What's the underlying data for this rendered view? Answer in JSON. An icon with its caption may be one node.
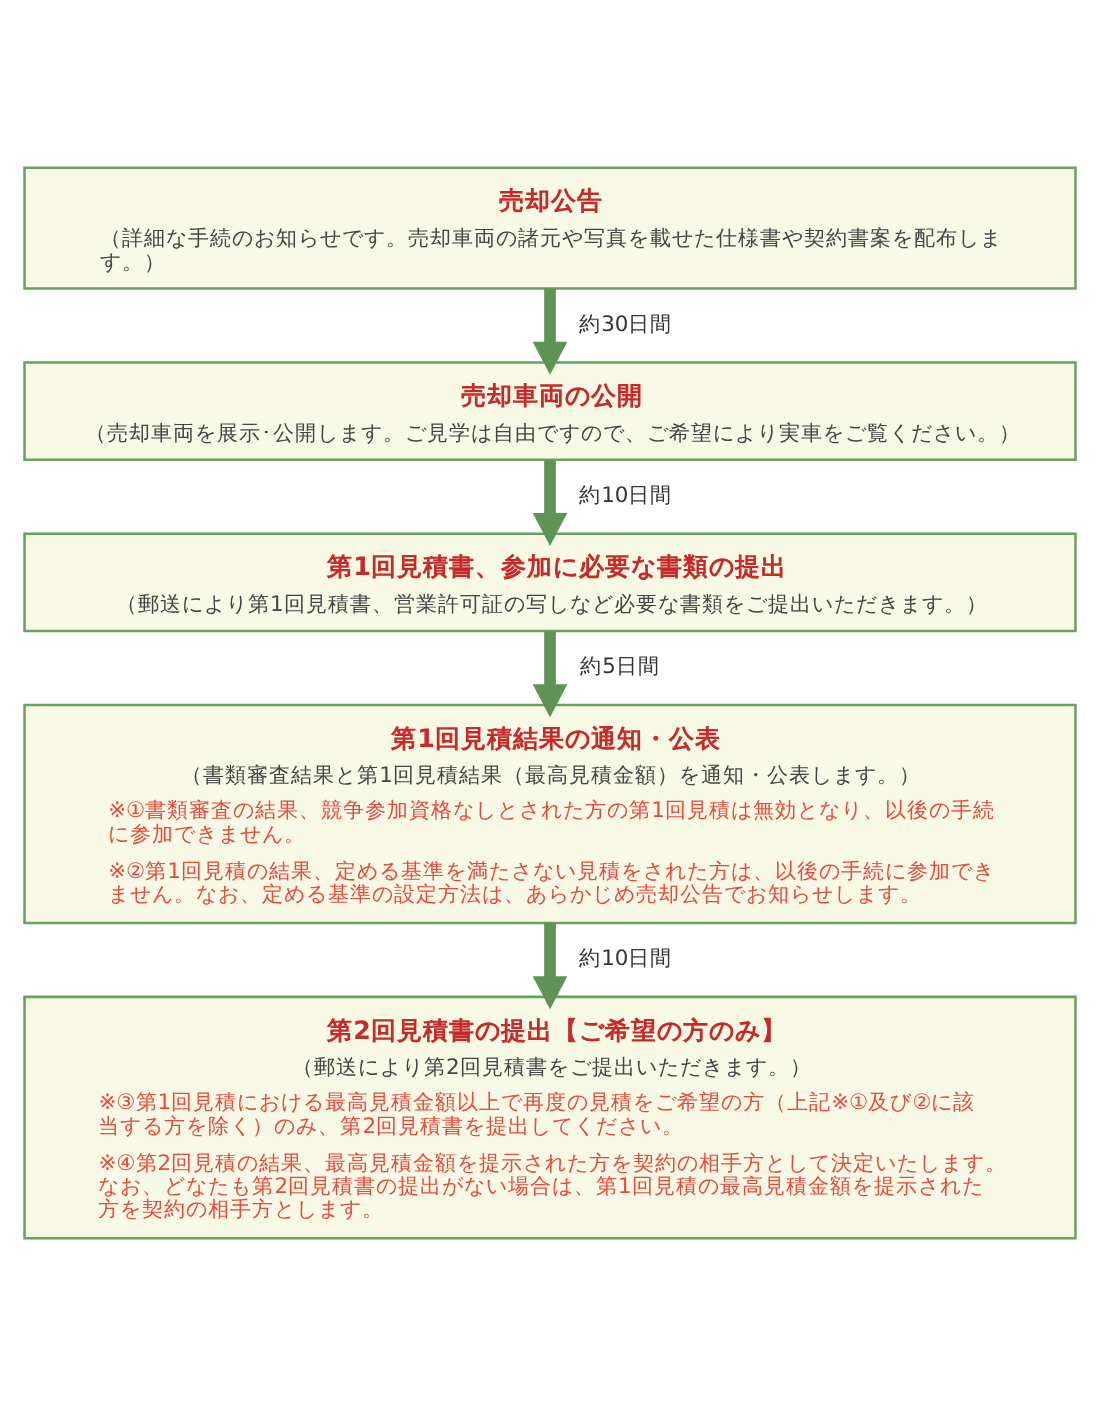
{
  "diagram": {
    "nodes": [
      {
        "text": [
          "売却公告",
          "（詳細な手続のお知らせです。売却車両の諸元や写真を載せた仕様書や契約書案を配布します。）"
        ]
      },
      {
        "text": [
          "売却車両の公開",
          "（売却車両を展示･公開します。ご見学は自由ですので、ご希望により実車をご覧ください。）"
        ]
      },
      {
        "text": [
          "第1回見積書、参加に必要な書類の提出",
          "（郵送により第1回見積書、営業許可証の写しなど必要な書類をご提出いただきます。）"
        ]
      },
      {
        "text": [
          "第1回見積結果の通知・公表",
          "（書類審査結果と第1回見積結果（最高見積金額）を通知・公表します。）",
          "※①書類審査の結果、競争参加資格なしとされた方の第1回見積は無効となり、以後の手続に参加できません。",
          "※②第1回見積の結果、定める基準を満たさない見積をされた方は、以後の手続に参加できません。なお、定める基準の設定方法は、あらかじめ売却公告でお知らせします。"
        ]
      },
      {
        "text": [
          "第2回見積書の提出【ご希望の方のみ】",
          "（郵送により第2回見積書をご提出いただきます。）",
          "※③第1回見積における最高見積金額以上で再度の見積をご希望の方（上記※①及び②に該当する方を除く）のみ、第2回見積書を提出してください。",
          "※④第2回見積の結果、最高見積金額を提示された方を契約の相手方として決定いたします。なお、どなたも第2回見積書の提出がない場合は、第1回見積の最高見積金額を提示された方を契約の相手方とします。"
        ]
      }
    ],
    "edges": [
      {
        "from": 0,
        "to": 1,
        "arrow": "to",
        "label": "約30日間"
      },
      {
        "from": 1,
        "to": 2,
        "arrow": "to",
        "label": "約10日間"
      },
      {
        "from": 2,
        "to": 3,
        "arrow": "to",
        "label": "約5日間"
      },
      {
        "from": 3,
        "to": 4,
        "arrow": "to",
        "label": "約10日間"
      }
    ]
  }
}
